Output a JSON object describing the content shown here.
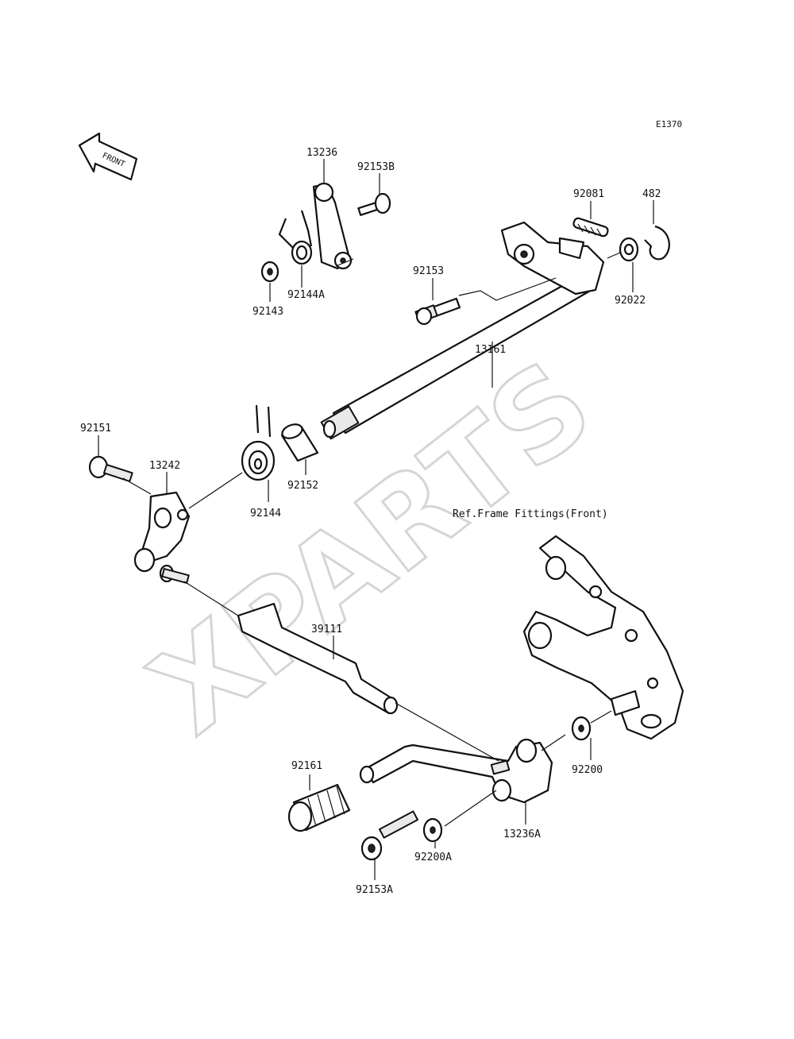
{
  "diagram_code": "E1370",
  "front_arrow_label": "FRONT",
  "watermark": "XPARTS",
  "reference_note": "Ref.Frame Fittings(Front)",
  "part_labels": {
    "p13236": "13236",
    "p92153B": "92153B",
    "p92081": "92081",
    "p482": "482",
    "p92153": "92153",
    "p92022": "92022",
    "p92143": "92143",
    "p92144A": "92144A",
    "p13161": "13161",
    "p92151": "92151",
    "p13242": "13242",
    "p92144": "92144",
    "p92152": "92152",
    "p39111": "39111",
    "p92161": "92161",
    "p92200": "92200",
    "p13236A": "13236A",
    "p92200A": "92200A",
    "p92153A": "92153A"
  }
}
